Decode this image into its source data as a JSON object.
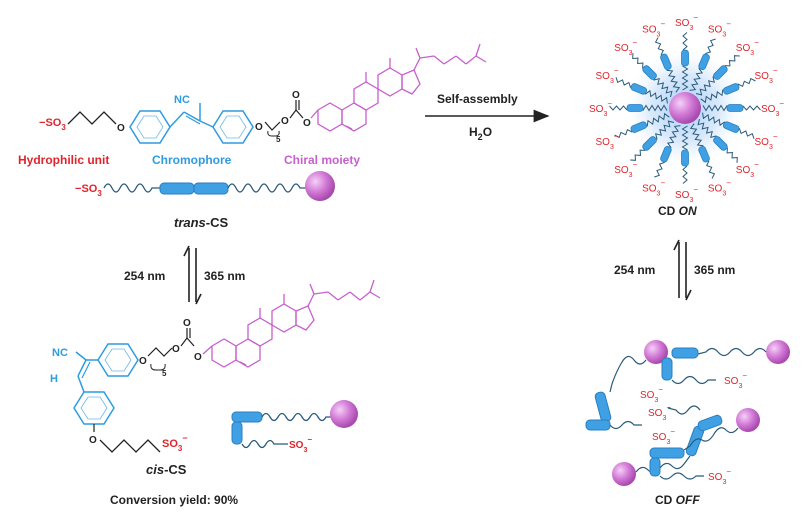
{
  "labels": {
    "hydrophilic": "Hydrophilic unit",
    "chromophore": "Chromophore",
    "chiral": "Chiral moiety",
    "trans_italic": "trans",
    "cis_italic": "cis",
    "cs_suffix": "-CS",
    "self_assembly": "Self-assembly",
    "water_h": "H",
    "water_sub": "2",
    "water_o": "O",
    "cd_prefix": "CD ",
    "cd_on": "ON",
    "cd_off": "OFF",
    "nm254": "254 nm",
    "nm365": "365 nm",
    "conversion": "Conversion yield: 90%"
  },
  "chem": {
    "so3": "SO",
    "three": "3",
    "minus": "−",
    "cn": "NC",
    "cn_right": "NC",
    "five": "5",
    "o": "O",
    "h": "H"
  },
  "colors": {
    "hydrophilic": "#e0242b",
    "chromophore": "#2f9be0",
    "chiral": "#c85fcf",
    "arrow": "#222222"
  }
}
